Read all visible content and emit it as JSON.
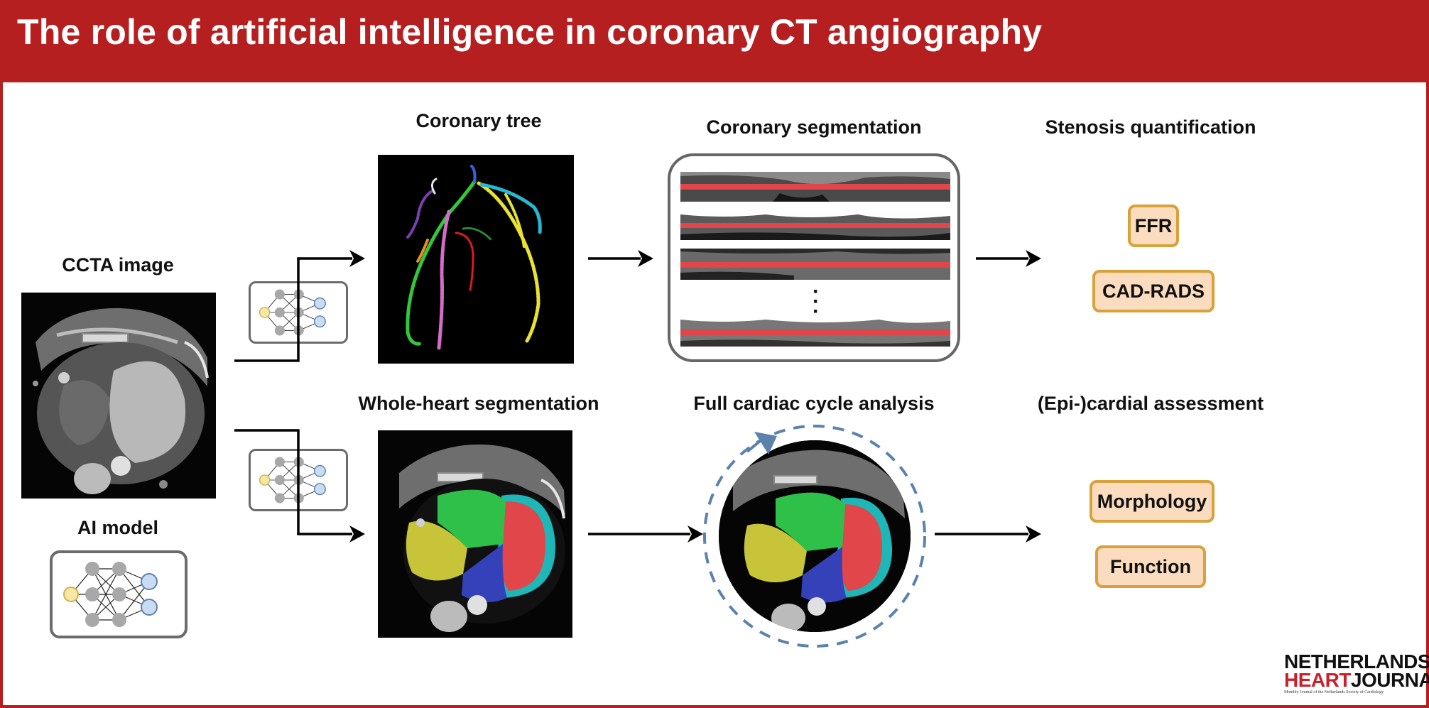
{
  "banner": {
    "title": "The role of artificial intelligence in coronary CT angiography"
  },
  "headings": {
    "ccta_image": "CCTA image",
    "ai_model": "AI model",
    "coronary_tree": "Coronary tree",
    "coronary_segmentation": "Coronary segmentation",
    "stenosis_quantification": "Stenosis quantification",
    "whole_heart_segmentation": "Whole-heart segmentation",
    "full_cardiac_cycle": "Full cardiac cycle analysis",
    "epicardial_assessment": "(Epi-)cardial assessment"
  },
  "results": {
    "ffr": "FFR",
    "cad_rads": "CAD-RADS",
    "morphology": "Morphology",
    "function": "Function"
  },
  "logo": {
    "line1": "NETHERLANDS",
    "line2_red": "HEART",
    "line2_black": "JOURNAL",
    "subtitle": "Monthly Journal of the Netherlands Society of Cardiology"
  },
  "colors": {
    "brand_red": "#b51f1f",
    "result_fill": "#fbdcbf",
    "result_border": "#d8a13c",
    "arrow_blue": "#5b82ad",
    "vessel_red": "#e0464a"
  },
  "icons": [
    "neural-network-icon",
    "arrow-right-icon",
    "cycle-arrow-icon"
  ]
}
